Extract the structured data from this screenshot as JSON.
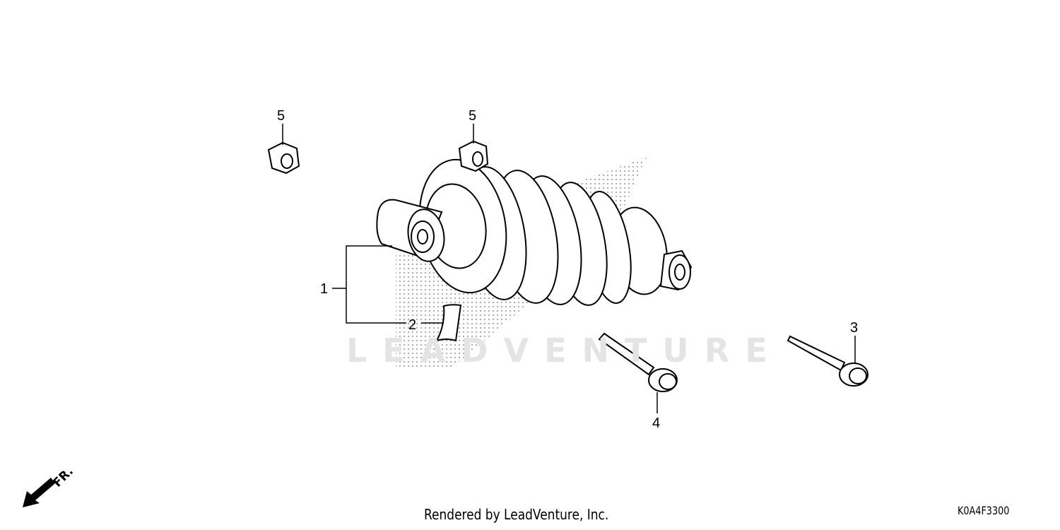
{
  "diagram": {
    "callouts": [
      {
        "label": "1",
        "part": "rear-shock-absorber-assembly"
      },
      {
        "label": "2",
        "part": "label"
      },
      {
        "label": "3",
        "part": "flange-bolt"
      },
      {
        "label": "4",
        "part": "flange-bolt"
      },
      {
        "label": "5",
        "part": "flange-nut"
      },
      {
        "label": "5",
        "part": "flange-nut"
      }
    ],
    "direction_indicator": "FR.",
    "watermark": "LEADVENTURE"
  },
  "footer": {
    "rendered_by": "Rendered by LeadVenture, Inc.",
    "diagram_code": "K0A4F3300"
  },
  "colors": {
    "line": "#000000",
    "watermark": "#e4e4e4",
    "background": "#ffffff"
  }
}
